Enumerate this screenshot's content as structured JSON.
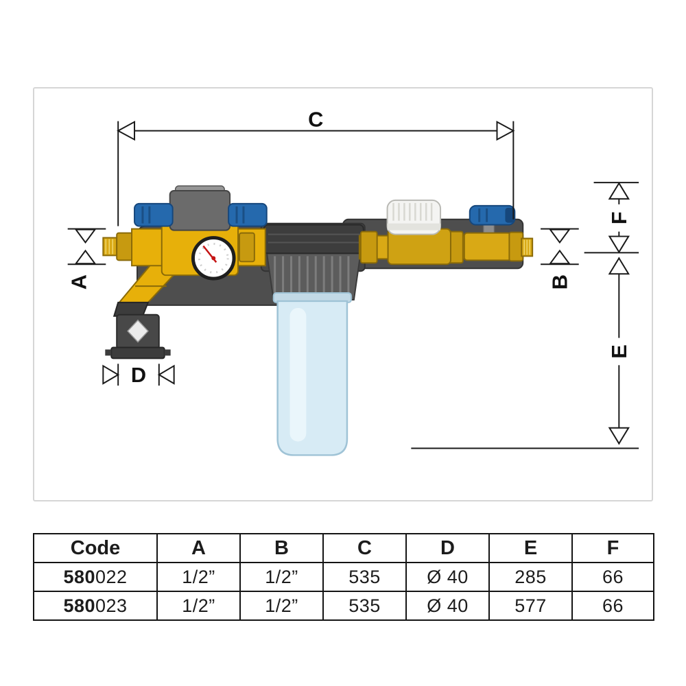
{
  "diagram": {
    "labels": {
      "a": "A",
      "b": "B",
      "c": "C",
      "d": "D",
      "e": "E",
      "f": "F"
    },
    "colors": {
      "brass_yellow": "#e7b00a",
      "meter_brass": "#d9a915",
      "handle_blue": "#2569ad",
      "bowl_blue": "#d7ebf5",
      "bracket_gray": "#4e4e4e",
      "needle_red": "#c51414"
    }
  },
  "table": {
    "headers": [
      "Code",
      "A",
      "B",
      "C",
      "D",
      "E",
      "F"
    ],
    "rows": [
      {
        "code_prefix": "580",
        "code_suffix": "022",
        "a": "1/2”",
        "b": "1/2”",
        "c": "535",
        "d": "Ø 40",
        "e": "285",
        "f": "66"
      },
      {
        "code_prefix": "580",
        "code_suffix": "023",
        "a": "1/2”",
        "b": "1/2”",
        "c": "535",
        "d": "Ø 40",
        "e": "577",
        "f": "66"
      }
    ]
  }
}
